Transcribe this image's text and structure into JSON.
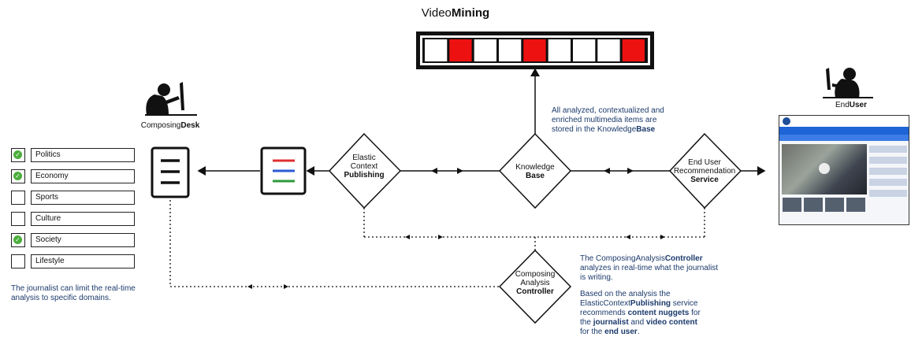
{
  "title": {
    "prefix": "Video",
    "bold": "Mining"
  },
  "composing_desk": {
    "prefix": "Composing",
    "bold": "Desk"
  },
  "end_user": {
    "prefix": "End",
    "bold": "User"
  },
  "domains": [
    {
      "label": "Politics",
      "checked": true
    },
    {
      "label": "Economy",
      "checked": true
    },
    {
      "label": "Sports",
      "checked": false
    },
    {
      "label": "Culture",
      "checked": false
    },
    {
      "label": "Society",
      "checked": true
    },
    {
      "label": "Lifestyle",
      "checked": false
    }
  ],
  "domain_note": "The journalist can limit the real-time analysis to specific domains.",
  "nodes": {
    "elastic": {
      "line1": "Elastic",
      "line2": "Context",
      "bold": "Publishing"
    },
    "knowledge": {
      "line1": "Knowledge",
      "bold": "Base"
    },
    "recommendation": {
      "line1": "End User",
      "line2": "Recommendation",
      "bold": "Service"
    },
    "analysis": {
      "line1": "Composing",
      "line2": "Analysis",
      "bold": "Controller"
    }
  },
  "kb_note": {
    "line1": "All analyzed, contextualized and",
    "line2": "enriched multimedia items are",
    "line3_prefix": "stored in the Knowledge",
    "line3_bold": "Base"
  },
  "controller_note": {
    "line1_prefix": "The ComposingAnalysis",
    "line1_bold": "Controller",
    "line2": "analyzes in real-time what the journalist",
    "line3": "is writing."
  },
  "publishing_note": {
    "line1": "Based on the analysis the",
    "line2_prefix": "ElasticContext",
    "line2_bold": "Publishing",
    "line2_suffix": " service",
    "line3_prefix": "recommends ",
    "line3_bold": "content nuggets",
    "line3_suffix": " for",
    "line4_prefix": "the ",
    "line4_bold1": "journalist",
    "line4_mid": " and ",
    "line4_bold2": "video content",
    "line5_prefix": "for the ",
    "line5_bold": "end user",
    "line5_suffix": "."
  },
  "filmstrip_frames": [
    "white",
    "red",
    "white",
    "white",
    "red",
    "white",
    "white",
    "white",
    "red"
  ],
  "colors": {
    "red_frame": "#ee1111",
    "check_green": "#4caf3c",
    "note_blue": "#1b3a6b",
    "line_red": "#e03030",
    "line_blue": "#2a5bd7",
    "line_green": "#2e9a3a"
  }
}
